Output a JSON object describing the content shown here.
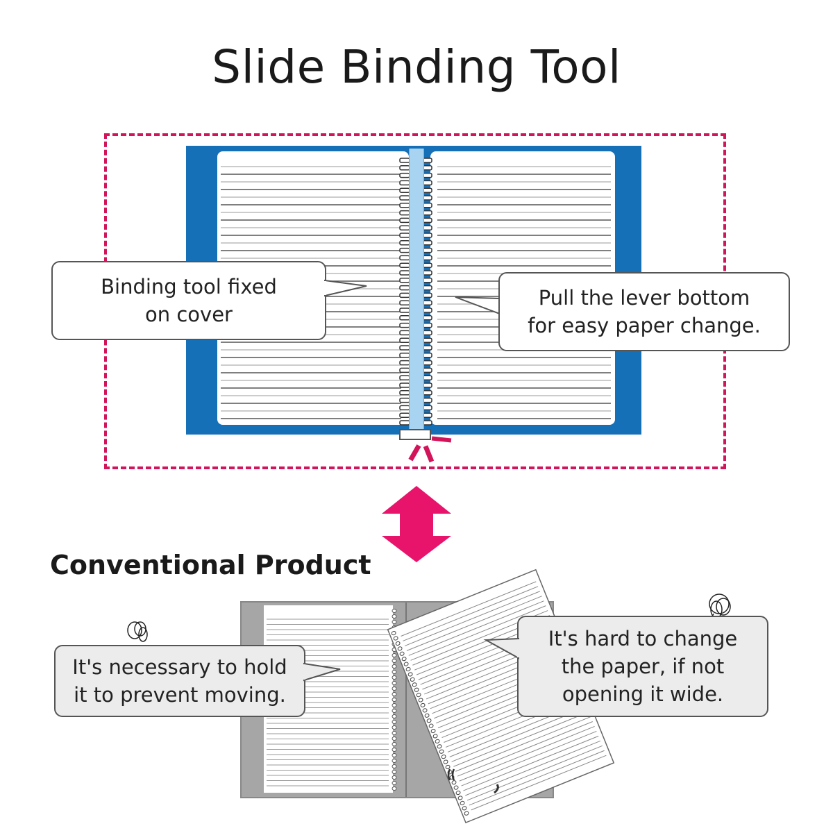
{
  "title": "Slide Binding Tool",
  "slide_binding": {
    "callout_fixed": "Binding tool fixed\non cover",
    "callout_lever": "Pull the lever bottom\nfor easy paper change.",
    "accent_color": "#d2145a",
    "cover_color": "#1670b8",
    "rail_color": "#a9d4f1"
  },
  "comparison_arrow": {
    "icon": "double-headed-vertical-arrow",
    "color": "#e8146c"
  },
  "conventional": {
    "heading": "Conventional Product",
    "callout_hold": "It's necessary to hold\nit to prevent moving.",
    "callout_change": "It's hard to change\nthe paper, if not\nopening it wide.",
    "cover_color": "#a6a6a6"
  }
}
